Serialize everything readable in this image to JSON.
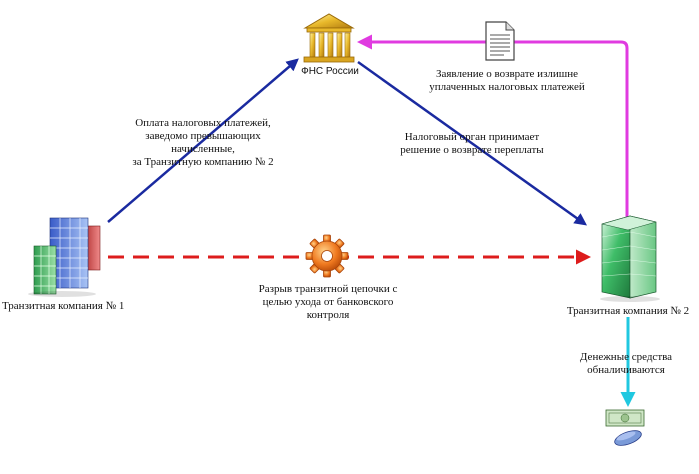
{
  "nodes": {
    "fns": {
      "label": "ФНС России",
      "icon": "government-building-icon"
    },
    "company1": {
      "label": "Транзитная компания № 1",
      "icon": "office-buildings-icon"
    },
    "company2": {
      "label": "Транзитная компания № 2",
      "icon": "skyscraper-icon"
    },
    "money": {
      "icon": "money-cash-icon"
    },
    "gear": {
      "icon": "gear-icon"
    },
    "document": {
      "icon": "document-icon"
    }
  },
  "labels": {
    "payment": [
      "Оплата налоговых платежей,",
      "заведомо превышающих",
      "начисленные,",
      "за Транзитную компанию № 2"
    ],
    "decision": [
      "Налоговый орган принимает",
      "решение о возврате переплаты"
    ],
    "application": [
      "Заявление о возврате излишне",
      "уплаченных налоговых платежей"
    ],
    "chain_break": [
      "Разрыв транзитной цепочки с",
      "целью ухода от банковского",
      "контроля"
    ],
    "cashout": [
      "Денежные средства",
      "обналичиваются"
    ]
  },
  "colors": {
    "blue_arrow": "#1a2aa0",
    "red_dashed": "#dd1c1c",
    "magenta_arrow": "#e03be0",
    "cyan_arrow": "#20c8e0",
    "gold": "#e0b020",
    "gear": "#f07a20",
    "green": "#2da84a"
  }
}
